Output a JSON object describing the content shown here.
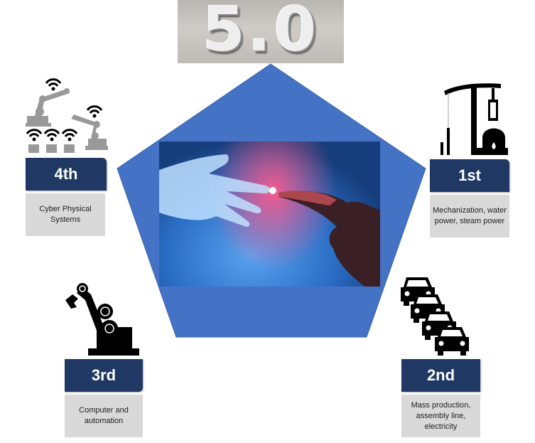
{
  "title_image": {
    "text": "5.0",
    "description": "chrome 5.0 emblem"
  },
  "center_image": {
    "description": "robotic hand and human hand reaching to touch fingertips"
  },
  "pentagon": {
    "color": "#4472c4"
  },
  "revolutions": [
    {
      "badge": "4th",
      "description": "Cyber Physical Systems",
      "icon": "wifi-robot-arms-icon"
    },
    {
      "badge": "1st",
      "description": "Mechanization, water power, steam power",
      "icon": "steam-engine-icon"
    },
    {
      "badge": "3rd",
      "description": "Computer and automation",
      "icon": "robot-arm-icon"
    },
    {
      "badge": "2nd",
      "description": "Mass production, assembly line, electricity",
      "icon": "cars-assembly-icon"
    }
  ],
  "colors": {
    "badge": "#1f3864",
    "desc_bg": "#d9d9d9",
    "pentagon": "#4472c4"
  }
}
